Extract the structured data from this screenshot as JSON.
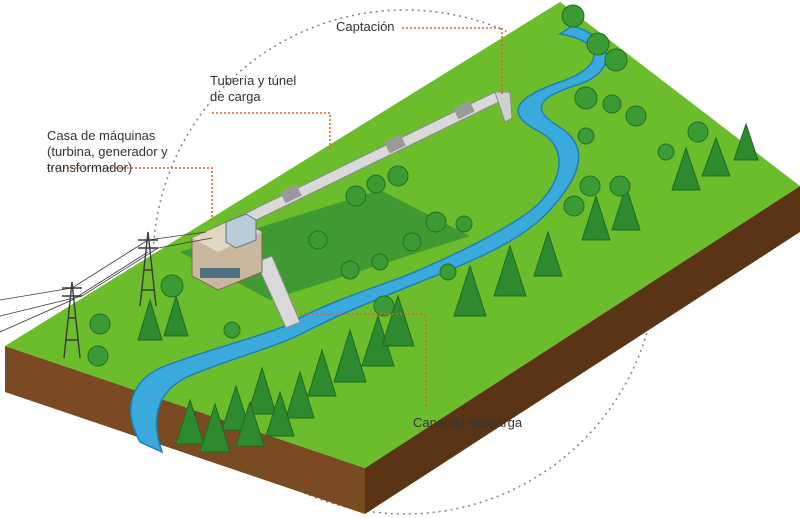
{
  "labels": {
    "captacion": "Captación",
    "tuberia_line1": "Tubería y túnel",
    "tuberia_line2": "de carga",
    "casa_line1": "Casa de máquinas",
    "casa_line2": "(turbina, generador y",
    "casa_line3": "transformador)",
    "canal": "Canal de descarga"
  },
  "colors": {
    "grass": "#6cbd2c",
    "grass_dark": "#5aa524",
    "field": "#3f9a32",
    "soil_front": "#7a4a22",
    "soil_side": "#5b3416",
    "river": "#3aa9dc",
    "river_edge": "#1d7fb4",
    "tree": "#2e8a2e",
    "tree_dark": "#206d22",
    "leader": "#e2622a",
    "circle": "#777777"
  },
  "icons": [
    "conifer-tree-icon",
    "round-tree-icon",
    "transmission-tower-icon",
    "powerhouse-icon",
    "penstock-pipe-icon"
  ]
}
